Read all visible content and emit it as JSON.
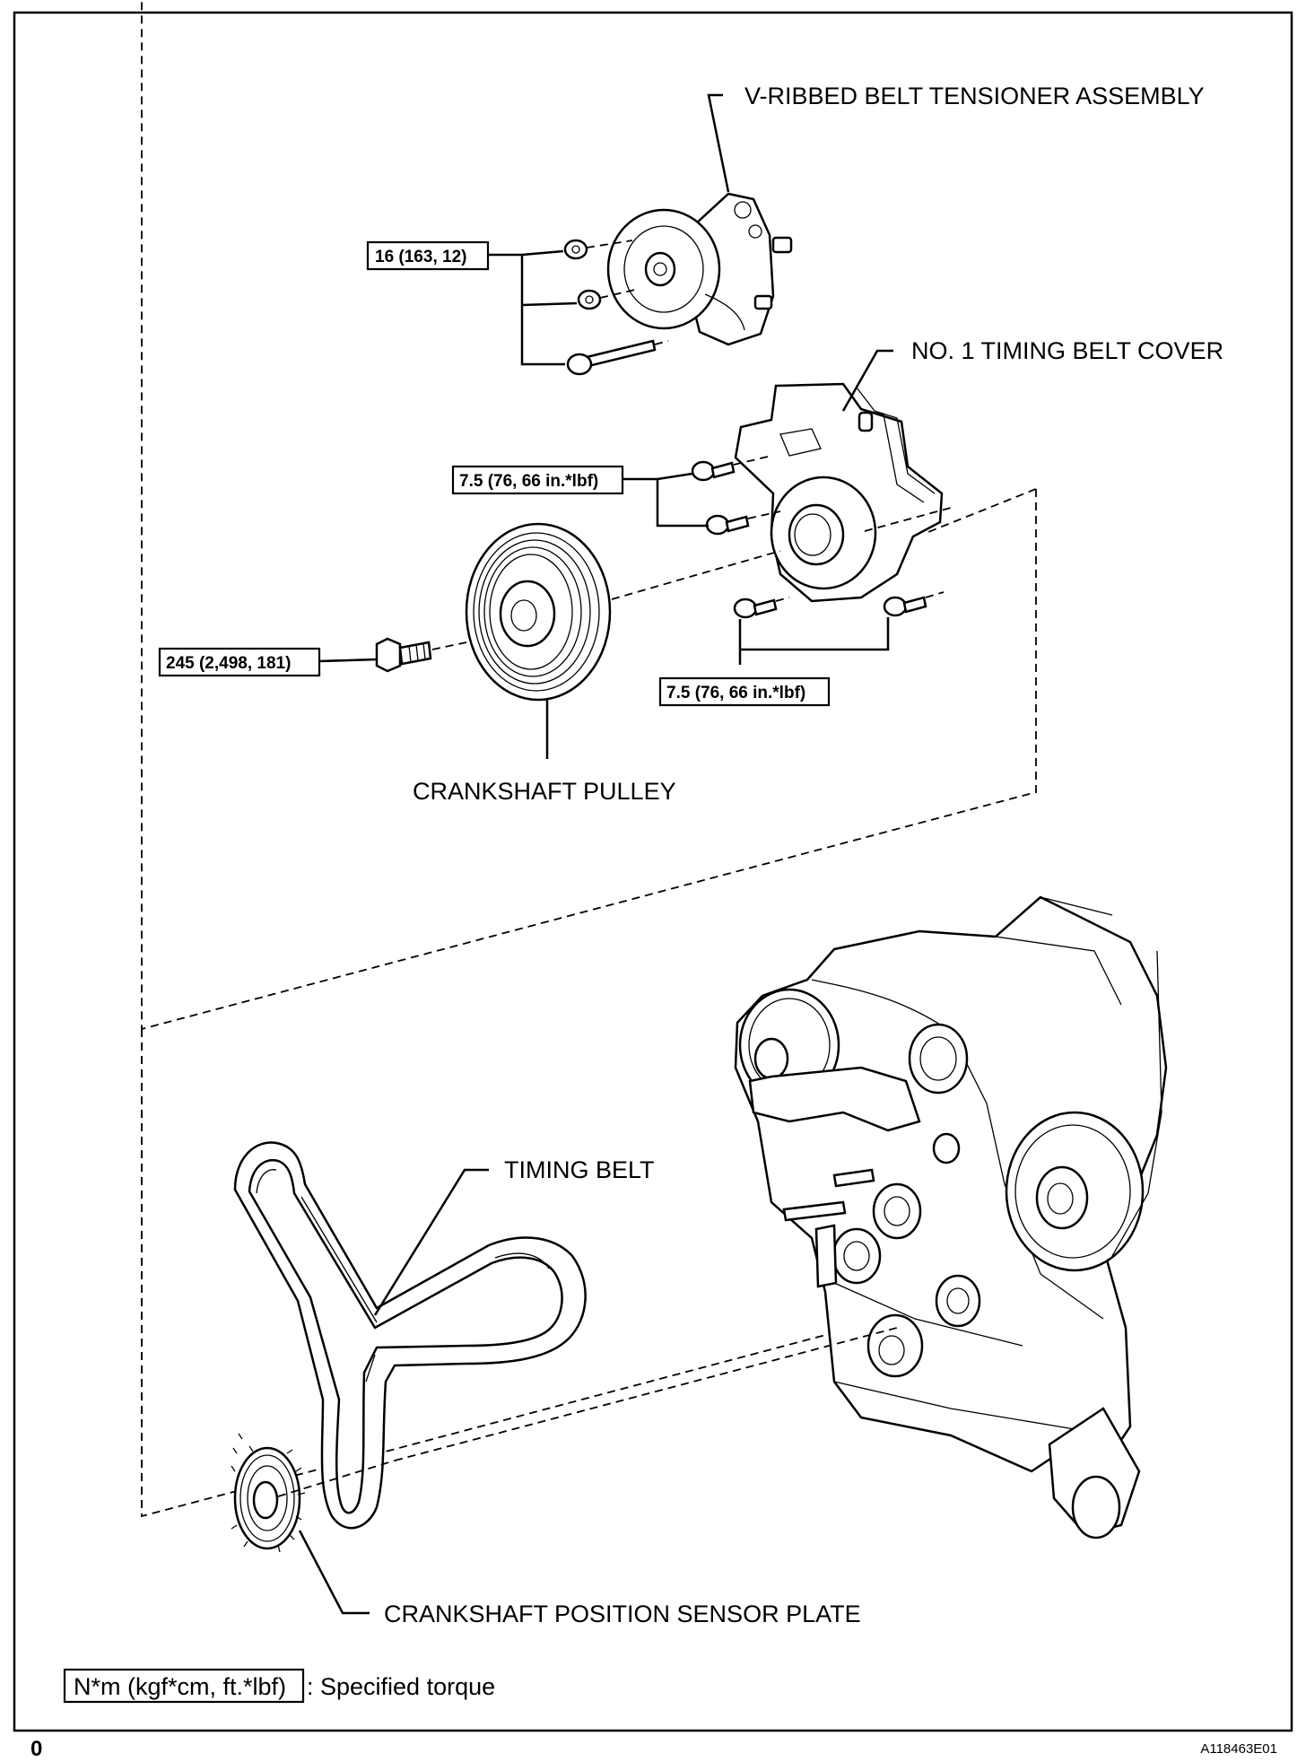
{
  "labels": {
    "tensioner": "V-RIBBED BELT TENSIONER ASSEMBLY",
    "timing_cover": "NO. 1 TIMING BELT COVER",
    "crank_pulley": "CRANKSHAFT PULLEY",
    "timing_belt": "TIMING BELT",
    "sensor_plate": "CRANKSHAFT POSITION SENSOR PLATE"
  },
  "torque_specs": {
    "tensioner_bolts": "16 (163, 12)",
    "cover_upper_bolts": "7.5 (76, 66 in.*lbf)",
    "cover_lower_bolts": "7.5 (76, 66 in.*lbf)",
    "pulley_bolt": "245 (2,498, 181)"
  },
  "legend": {
    "unit_box": "N*m (kgf*cm, ft.*lbf)",
    "description": ": Specified torque"
  },
  "footer": {
    "page_marker": "0",
    "figure_id": "A118463E01"
  }
}
